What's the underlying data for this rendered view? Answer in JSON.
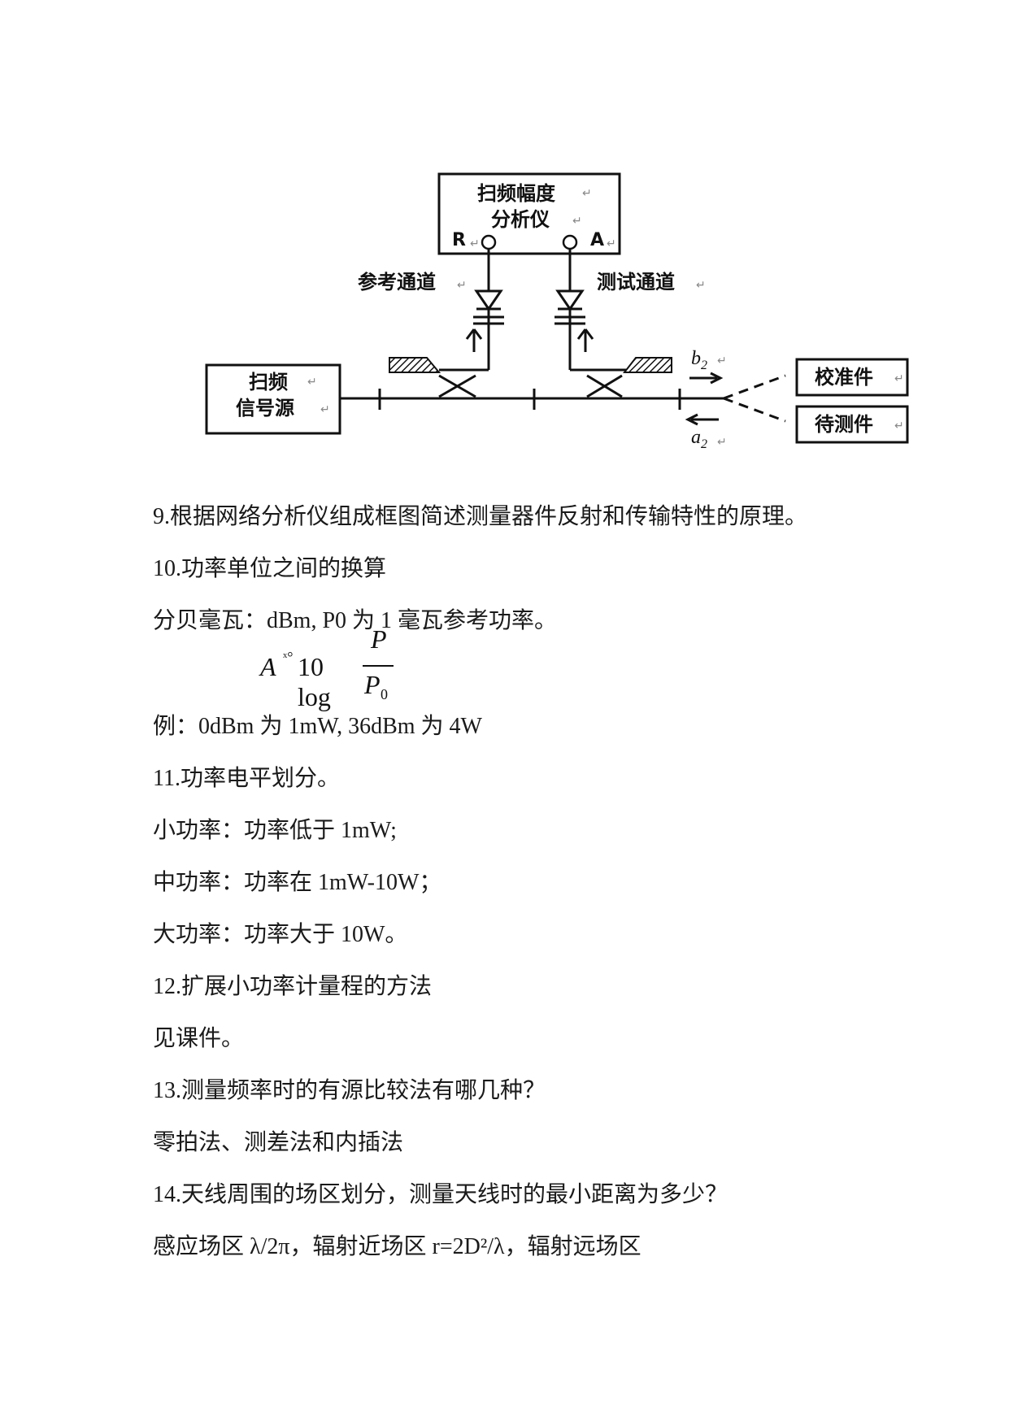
{
  "diagram": {
    "analyzer_label": [
      "扫频幅度",
      "分析仪"
    ],
    "port_r": "R",
    "port_a": "A",
    "ref_channel": "参考通道",
    "test_channel": "测试通道",
    "source_label": [
      "扫频",
      "信号源"
    ],
    "b2_label": "b",
    "b2_sub": "2",
    "a2_label": "a",
    "a2_sub": "2",
    "calibration_label": "校准件",
    "dut_label": "待测件"
  },
  "formula": {
    "lhs": "A",
    "symbol": "ˣ°",
    "coef": "10 log",
    "numerator": "P",
    "denominator": "P",
    "denominator_sub": "0"
  },
  "text_lines": [
    "9.根据网络分析仪组成框图简述测量器件反射和传输特性的原理。",
    "10.功率单位之间的换算",
    "分贝毫瓦：dBm,   P0 为 1 毫瓦参考功率。",
    "例：0dBm 为 1mW,     36dBm 为 4W",
    "11.功率电平划分。",
    "小功率：功率低于 1mW;",
    "中功率：功率在 1mW-10W；",
    "大功率：功率大于 10W。",
    "12.扩展小功率计量程的方法",
    "见课件。",
    "13.测量频率时的有源比较法有哪几种？",
    "零拍法、测差法和内插法",
    "14.天线周围的场区划分，测量天线时的最小距离为多少？",
    "感应场区 λ/2π，辐射近场区 r=2D²/λ，辐射远场区"
  ]
}
